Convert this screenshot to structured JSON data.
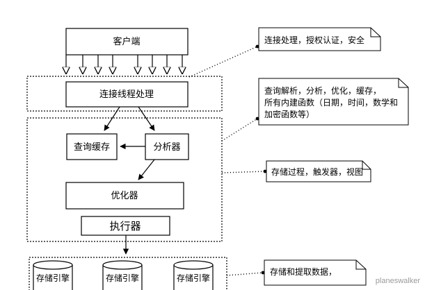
{
  "diagram": {
    "client_label": "客户端",
    "connection_thread_label": "连接线程处理",
    "query_cache_label": "查询缓存",
    "parser_label": "分析器",
    "optimizer_label": "优化器",
    "executor_label": "执行器",
    "storage_engines": [
      "存储引擎",
      "存储引擎",
      "存储引擎"
    ]
  },
  "notes": {
    "connection": "连接处理，授权认证，安全",
    "parse_lines": [
      "查询解析，分析，优化，缓存，",
      "所有内建函数（日期，时间，数学和",
      "加密函数等）"
    ],
    "procedures": "存储过程，触发器，视图",
    "storage": "存储和提取数据，"
  },
  "watermark": "planeswalker"
}
